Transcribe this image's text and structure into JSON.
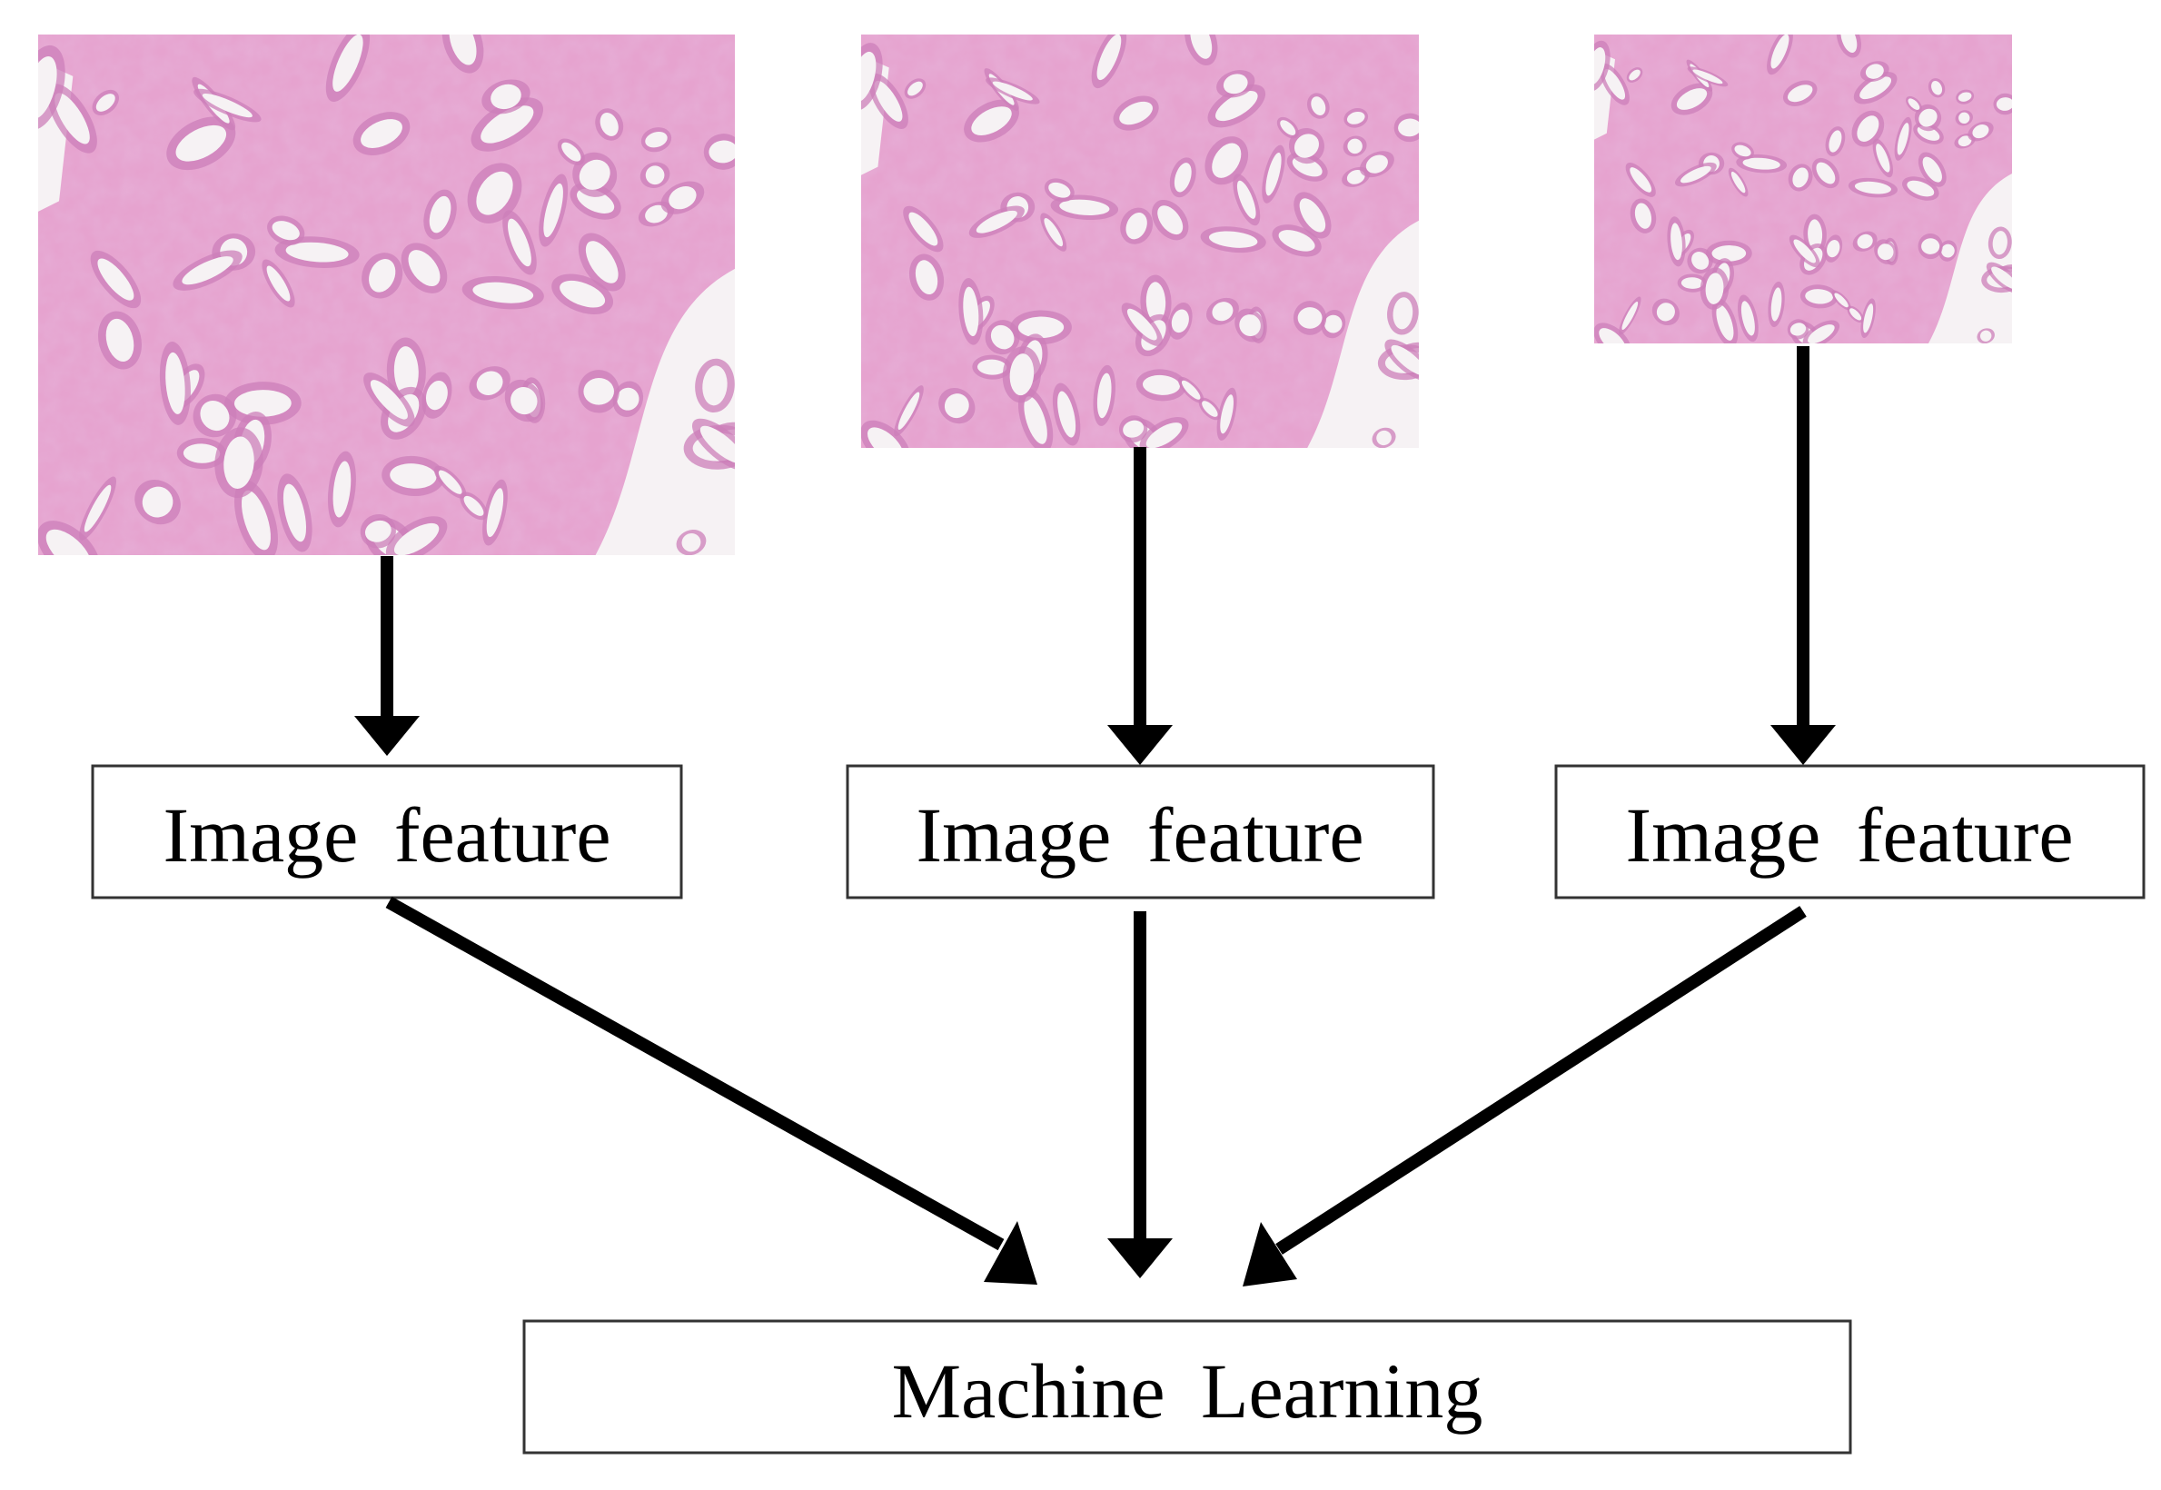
{
  "diagram": {
    "images": [
      {
        "name": "tissue-image-large"
      },
      {
        "name": "tissue-image-medium"
      },
      {
        "name": "tissue-image-small"
      }
    ],
    "feature_boxes": [
      {
        "label": "Image feature"
      },
      {
        "label": "Image feature"
      },
      {
        "label": "Image feature"
      }
    ],
    "output_box": {
      "label": "Machine Learning"
    },
    "colors": {
      "tissue_base": "#e6a3cf",
      "tissue_dark": "#cc7fb9",
      "lumen": "#f6f2f4",
      "arrow": "#000000"
    }
  }
}
